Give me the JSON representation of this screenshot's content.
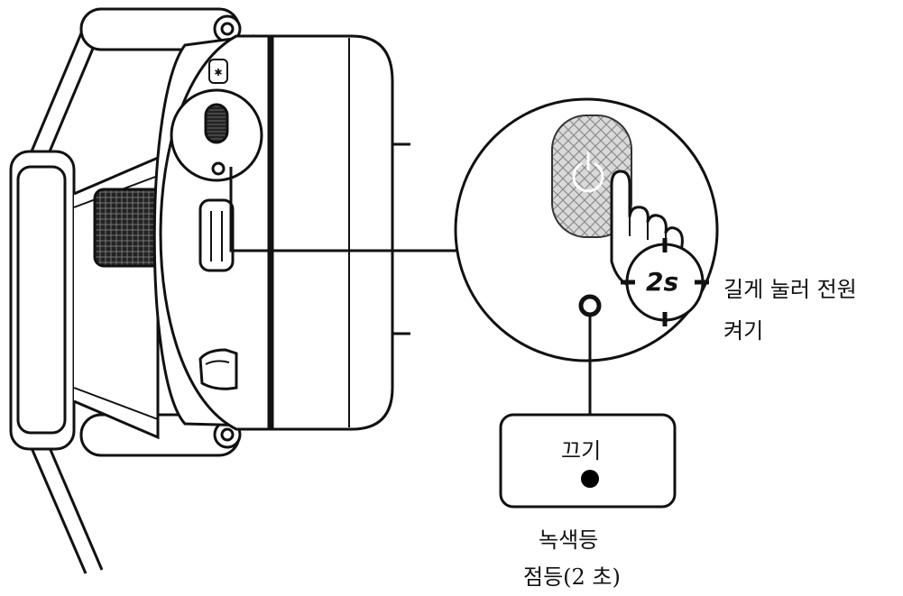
{
  "callout": {
    "timer_badge": "2s",
    "instruction_line1": "길게 눌러 전원",
    "instruction_line2": "켜기"
  },
  "indicator_box": {
    "state_label": "끄기"
  },
  "led_caption": {
    "line1": "녹색등",
    "line2": "점등(2 초)"
  },
  "colors": {
    "stroke": "#111111",
    "background": "#ffffff",
    "led_fill": "#000000"
  }
}
